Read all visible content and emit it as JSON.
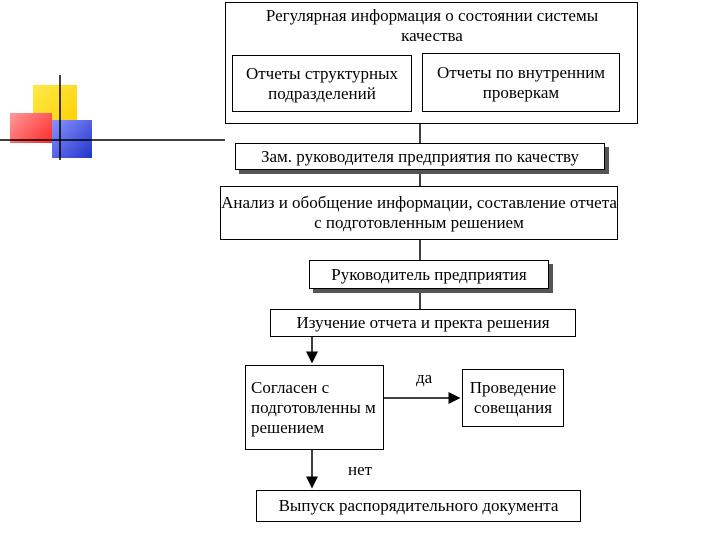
{
  "diagram": {
    "top_group": {
      "title": "Регулярная информация о состоянии системы качества",
      "left_box": "Отчеты структурных подразделений",
      "right_box": "Отчеты по внутренним проверкам"
    },
    "deputy": "Зам. руководителя предприятия по качеству",
    "analysis": "Анализ и обобщение информации, составление отчета с подготовленным решением",
    "director": "Руководитель предприятия",
    "study": "Изучение отчета и пректа решения",
    "decision": "Согласен с подготовленны м решением",
    "meeting": "Проведение совещания",
    "yes_label": "да",
    "no_label": "нет",
    "release": "Выпуск распорядительного документа"
  },
  "decoration": {
    "colors": {
      "yellow": "#ffde00",
      "red": "#ff3b3b",
      "blue": "#3344cc"
    }
  }
}
